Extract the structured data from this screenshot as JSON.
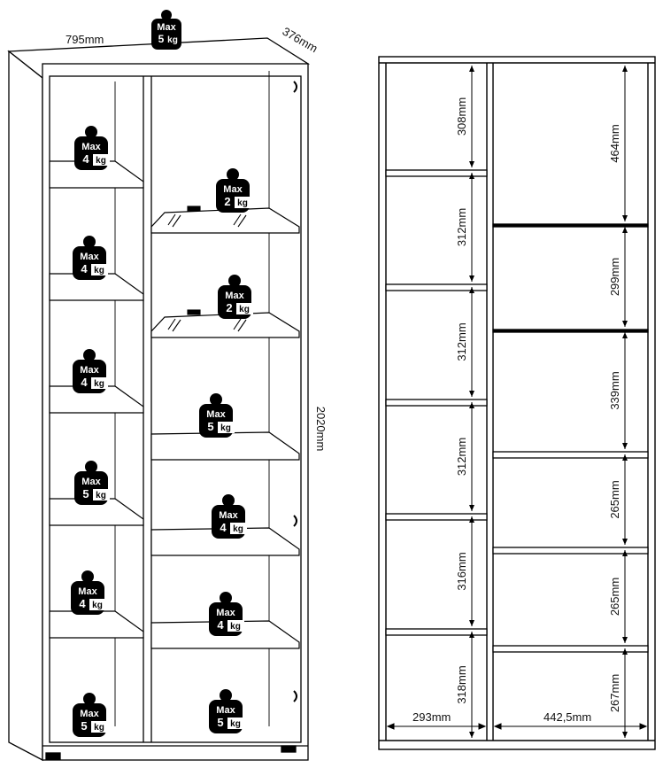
{
  "front_view": {
    "overall": {
      "width": "795mm",
      "depth": "376mm",
      "height": "2020mm"
    },
    "top_load": {
      "max": "Max",
      "value": "5",
      "unit": "kg"
    },
    "left_shelf_loads": [
      {
        "max": "Max",
        "value": "4",
        "unit": "kg"
      },
      {
        "max": "Max",
        "value": "4",
        "unit": "kg"
      },
      {
        "max": "Max",
        "value": "4",
        "unit": "kg"
      },
      {
        "max": "Max",
        "value": "5",
        "unit": "kg"
      },
      {
        "max": "Max",
        "value": "4",
        "unit": "kg"
      },
      {
        "max": "Max",
        "value": "5",
        "unit": "kg"
      }
    ],
    "right_shelf_loads": [
      {
        "max": "Max",
        "value": "2",
        "unit": "kg"
      },
      {
        "max": "Max",
        "value": "2",
        "unit": "kg"
      },
      {
        "max": "Max",
        "value": "5",
        "unit": "kg"
      },
      {
        "max": "Max",
        "value": "4",
        "unit": "kg"
      },
      {
        "max": "Max",
        "value": "4",
        "unit": "kg"
      },
      {
        "max": "Max",
        "value": "5",
        "unit": "kg"
      }
    ]
  },
  "side_view": {
    "left_compartments": [
      "308mm",
      "312mm",
      "312mm",
      "312mm",
      "316mm",
      "318mm"
    ],
    "right_compartments": [
      "464mm",
      "299mm",
      "339mm",
      "265mm",
      "265mm",
      "267mm"
    ],
    "left_width": "293mm",
    "right_width": "442,5mm"
  }
}
